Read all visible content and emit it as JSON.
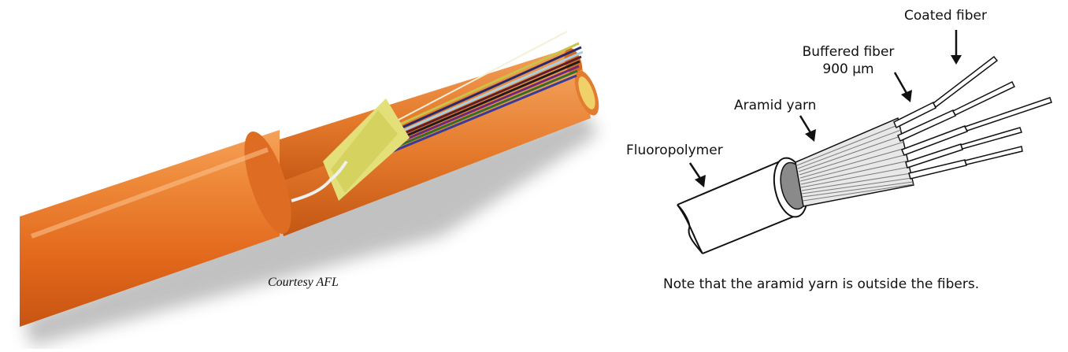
{
  "photo": {
    "credit": "Courtesy AFL"
  },
  "diagram": {
    "labels": {
      "coated_fiber": "Coated fiber",
      "buffered_fiber_line1": "Buffered fiber",
      "buffered_fiber_line2": "900 µm",
      "aramid_yarn": "Aramid yarn",
      "fluoropolymer": "Fluoropolymer"
    },
    "note": "Note that the aramid yarn is outside the fibers."
  },
  "colors": {
    "jacket_orange": "#e8711f",
    "jacket_highlight": "#f6a25a",
    "aramid_yellow": "#e3e07a",
    "line": "#111111",
    "aramid_gray": "#8a8a8a"
  }
}
